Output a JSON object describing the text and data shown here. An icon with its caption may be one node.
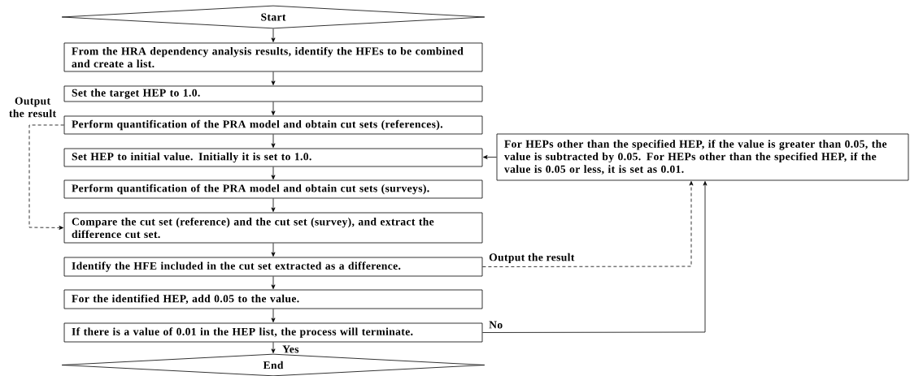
{
  "diagram": {
    "nodes": [
      {
        "text": [
          "Start"
        ]
      },
      {
        "text": [
          "From the HRA dependency analysis results, identify the HFEs to be combined and create a list."
        ]
      },
      {
        "text": [
          "Set the target HEP to 1.0."
        ]
      },
      {
        "text": [
          "Perform quantification of the PRA model and obtain cut sets (references)."
        ]
      },
      {
        "text": [
          "Set HEP to initial value. Initially it is set to 1.0."
        ]
      },
      {
        "text": [
          "Perform quantification of the PRA model and obtain cut sets (surveys)."
        ]
      },
      {
        "text": [
          "Compare the cut set (reference) and the cut set (survey), and extract the difference cut set."
        ]
      },
      {
        "text": [
          "Identify the HFE included in the cut set extracted as a difference."
        ]
      },
      {
        "text": [
          "For the identified HEP, add 0.05 to the value."
        ]
      },
      {
        "text": [
          "If there is a value of 0.01 in the HEP list, the process will terminate."
        ]
      },
      {
        "text": [
          "End"
        ]
      },
      {
        "text": [
          "For HEPs other than the specified HEP, if the value is greater than 0.05, the value is subtracted by 0.05. For HEPs other than the specified HEP, if the value is 0.05 or less, it is set as 0.01."
        ]
      }
    ],
    "edges": [
      {
        "from": 0,
        "to": 1,
        "arrow": "to"
      },
      {
        "from": 1,
        "to": 2,
        "arrow": "to"
      },
      {
        "from": 2,
        "to": 3,
        "arrow": "to"
      },
      {
        "from": 3,
        "to": 4,
        "arrow": "to"
      },
      {
        "from": 4,
        "to": 5,
        "arrow": "to"
      },
      {
        "from": 5,
        "to": 6,
        "arrow": "to"
      },
      {
        "from": 6,
        "to": 7,
        "arrow": "to"
      },
      {
        "from": 7,
        "to": 8,
        "arrow": "to"
      },
      {
        "from": 8,
        "to": 9,
        "arrow": "to"
      },
      {
        "from": 9,
        "to": 10,
        "arrow": "to",
        "label": "Yes"
      },
      {
        "from": 3,
        "to": 6,
        "arrow": "to",
        "style": "dashed",
        "label": "Output the result"
      },
      {
        "from": 7,
        "to": 11,
        "arrow": "to",
        "style": "dashed",
        "label": "Output the result"
      },
      {
        "from": 9,
        "to": 11,
        "arrow": "to",
        "label": "No"
      },
      {
        "from": 11,
        "to": 4,
        "arrow": "to"
      }
    ]
  }
}
